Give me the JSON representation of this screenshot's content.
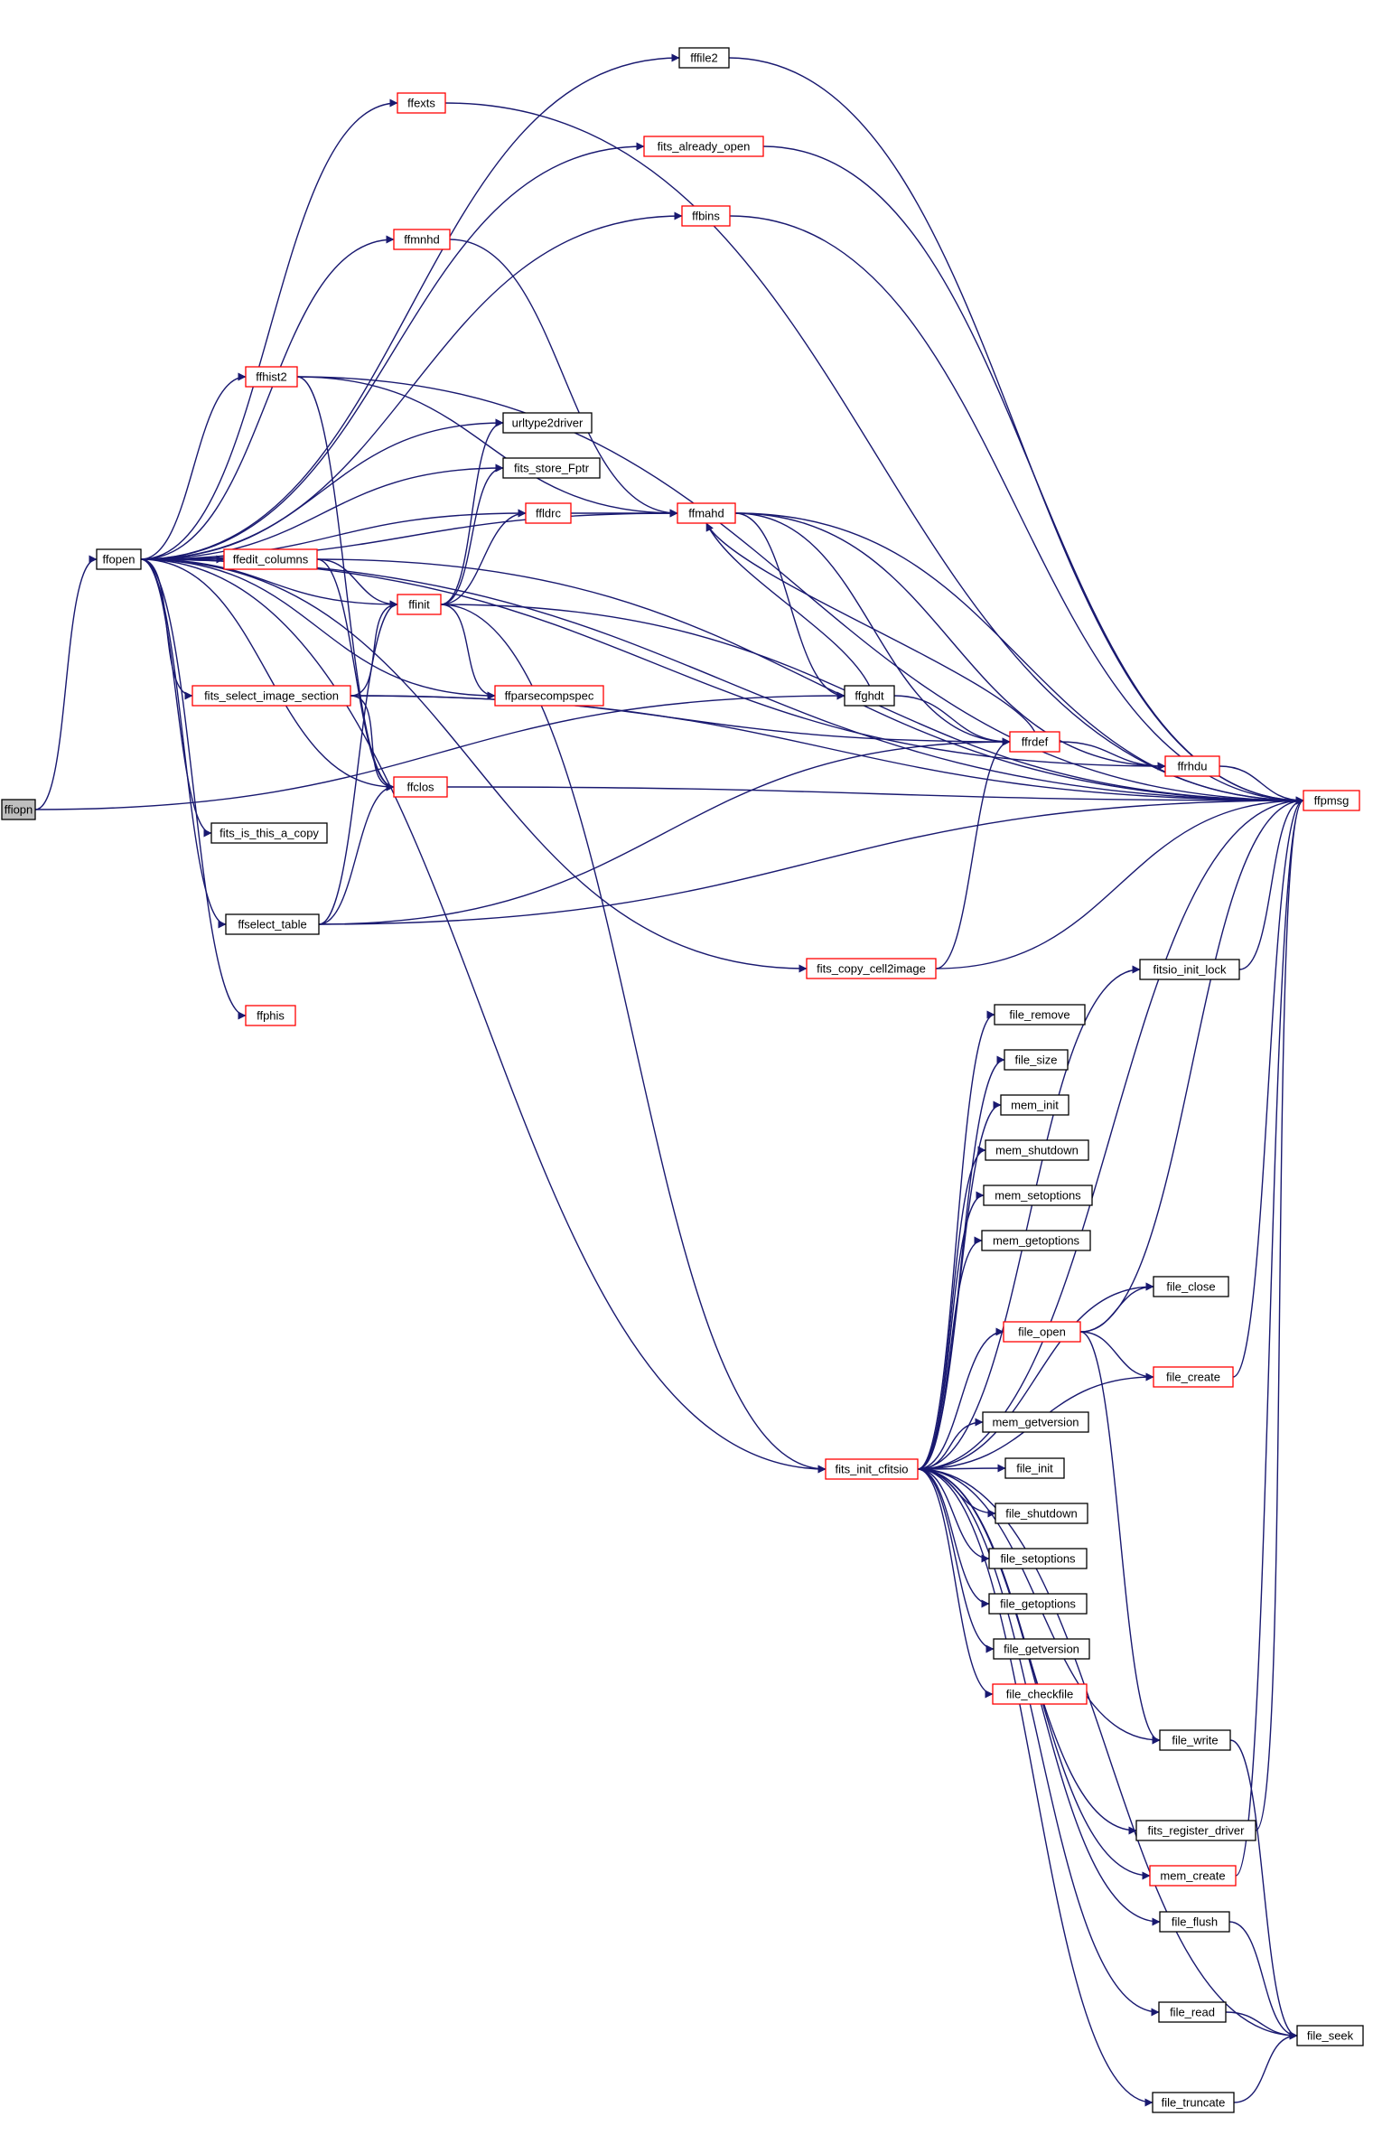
{
  "graph": {
    "colors": {
      "edge": "#191970",
      "node_border_default": "#000000",
      "node_border_link_red": "#ff0000",
      "root_fill": "#bfbfbf",
      "node_fill": "#ffffff"
    },
    "root": "ffiopn",
    "nodes": [
      {
        "id": "ffiopn",
        "label": "ffiopn",
        "style": "root"
      },
      {
        "id": "ffopen",
        "label": "ffopen",
        "style": "black"
      },
      {
        "id": "fffile2",
        "label": "fffile2",
        "style": "black"
      },
      {
        "id": "ffexts",
        "label": "ffexts",
        "style": "red"
      },
      {
        "id": "fits_already_open",
        "label": "fits_already_open",
        "style": "red"
      },
      {
        "id": "ffbins",
        "label": "ffbins",
        "style": "red"
      },
      {
        "id": "ffmnhd",
        "label": "ffmnhd",
        "style": "red"
      },
      {
        "id": "ffhist2",
        "label": "ffhist2",
        "style": "red"
      },
      {
        "id": "urltype2driver",
        "label": "urltype2driver",
        "style": "black"
      },
      {
        "id": "fits_store_Fptr",
        "label": "fits_store_Fptr",
        "style": "black"
      },
      {
        "id": "ffldrc",
        "label": "ffldrc",
        "style": "red"
      },
      {
        "id": "ffmahd",
        "label": "ffmahd",
        "style": "red"
      },
      {
        "id": "ffedit_columns",
        "label": "ffedit_columns",
        "style": "red"
      },
      {
        "id": "ffinit",
        "label": "ffinit",
        "style": "red"
      },
      {
        "id": "ffparsecompspec",
        "label": "ffparsecompspec",
        "style": "red"
      },
      {
        "id": "fits_select_image_section",
        "label": "fits_select_image_section",
        "style": "red"
      },
      {
        "id": "ffghdt",
        "label": "ffghdt",
        "style": "black"
      },
      {
        "id": "ffrdef",
        "label": "ffrdef",
        "style": "red"
      },
      {
        "id": "ffrhdu",
        "label": "ffrhdu",
        "style": "red"
      },
      {
        "id": "ffpmsg",
        "label": "ffpmsg",
        "style": "red"
      },
      {
        "id": "ffclos",
        "label": "ffclos",
        "style": "red"
      },
      {
        "id": "fits_is_this_a_copy",
        "label": "fits_is_this_a_copy",
        "style": "black"
      },
      {
        "id": "ffselect_table",
        "label": "ffselect_table",
        "style": "black"
      },
      {
        "id": "ffphis",
        "label": "ffphis",
        "style": "red"
      },
      {
        "id": "fits_copy_cell2image",
        "label": "fits_copy_cell2image",
        "style": "red"
      },
      {
        "id": "fitsio_init_lock",
        "label": "fitsio_init_lock",
        "style": "black"
      },
      {
        "id": "file_remove",
        "label": "file_remove",
        "style": "black"
      },
      {
        "id": "file_size",
        "label": "file_size",
        "style": "black"
      },
      {
        "id": "mem_init",
        "label": "mem_init",
        "style": "black"
      },
      {
        "id": "mem_shutdown",
        "label": "mem_shutdown",
        "style": "black"
      },
      {
        "id": "mem_setoptions",
        "label": "mem_setoptions",
        "style": "black"
      },
      {
        "id": "mem_getoptions",
        "label": "mem_getoptions",
        "style": "black"
      },
      {
        "id": "file_close",
        "label": "file_close",
        "style": "black"
      },
      {
        "id": "file_open",
        "label": "file_open",
        "style": "red"
      },
      {
        "id": "file_create",
        "label": "file_create",
        "style": "red"
      },
      {
        "id": "mem_getversion",
        "label": "mem_getversion",
        "style": "black"
      },
      {
        "id": "fits_init_cfitsio",
        "label": "fits_init_cfitsio",
        "style": "red"
      },
      {
        "id": "file_init",
        "label": "file_init",
        "style": "black"
      },
      {
        "id": "file_shutdown",
        "label": "file_shutdown",
        "style": "black"
      },
      {
        "id": "file_setoptions",
        "label": "file_setoptions",
        "style": "black"
      },
      {
        "id": "file_getoptions",
        "label": "file_getoptions",
        "style": "black"
      },
      {
        "id": "file_getversion",
        "label": "file_getversion",
        "style": "black"
      },
      {
        "id": "file_checkfile",
        "label": "file_checkfile",
        "style": "red"
      },
      {
        "id": "file_write",
        "label": "file_write",
        "style": "black"
      },
      {
        "id": "fits_register_driver",
        "label": "fits_register_driver",
        "style": "black"
      },
      {
        "id": "mem_create",
        "label": "mem_create",
        "style": "red"
      },
      {
        "id": "file_flush",
        "label": "file_flush",
        "style": "black"
      },
      {
        "id": "file_read",
        "label": "file_read",
        "style": "black"
      },
      {
        "id": "file_seek",
        "label": "file_seek",
        "style": "black"
      },
      {
        "id": "file_truncate",
        "label": "file_truncate",
        "style": "black"
      }
    ],
    "edges": [
      [
        "ffiopn",
        "ffopen"
      ],
      [
        "ffiopn",
        "ffghdt"
      ],
      [
        "ffopen",
        "fffile2"
      ],
      [
        "ffopen",
        "ffexts"
      ],
      [
        "ffopen",
        "fits_already_open"
      ],
      [
        "ffopen",
        "ffbins"
      ],
      [
        "ffopen",
        "ffmnhd"
      ],
      [
        "ffopen",
        "ffhist2"
      ],
      [
        "ffopen",
        "urltype2driver"
      ],
      [
        "ffopen",
        "fits_store_Fptr"
      ],
      [
        "ffopen",
        "ffldrc"
      ],
      [
        "ffopen",
        "ffmahd"
      ],
      [
        "ffopen",
        "ffedit_columns"
      ],
      [
        "ffopen",
        "ffinit"
      ],
      [
        "ffopen",
        "ffparsecompspec"
      ],
      [
        "ffopen",
        "fits_select_image_section"
      ],
      [
        "ffopen",
        "ffclos"
      ],
      [
        "ffopen",
        "fits_is_this_a_copy"
      ],
      [
        "ffopen",
        "ffselect_table"
      ],
      [
        "ffopen",
        "ffphis"
      ],
      [
        "ffopen",
        "fits_copy_cell2image"
      ],
      [
        "ffopen",
        "fits_init_cfitsio"
      ],
      [
        "ffopen",
        "ffpmsg"
      ],
      [
        "ffopen",
        "ffrhdu"
      ],
      [
        "fffile2",
        "ffpmsg"
      ],
      [
        "ffexts",
        "ffpmsg"
      ],
      [
        "fits_already_open",
        "ffpmsg"
      ],
      [
        "ffbins",
        "ffpmsg"
      ],
      [
        "ffmnhd",
        "ffmahd"
      ],
      [
        "ffhist2",
        "ffmahd"
      ],
      [
        "ffhist2",
        "ffpmsg"
      ],
      [
        "ffhist2",
        "ffclos"
      ],
      [
        "ffldrc",
        "ffmahd"
      ],
      [
        "ffmahd",
        "ffpmsg"
      ],
      [
        "ffmahd",
        "ffrhdu"
      ],
      [
        "ffmahd",
        "ffghdt"
      ],
      [
        "ffmahd",
        "ffrdef"
      ],
      [
        "ffedit_columns",
        "ffinit"
      ],
      [
        "ffedit_columns",
        "ffpmsg"
      ],
      [
        "ffedit_columns",
        "ffclos"
      ],
      [
        "ffinit",
        "urltype2driver"
      ],
      [
        "ffinit",
        "fits_store_Fptr"
      ],
      [
        "ffinit",
        "ffldrc"
      ],
      [
        "ffinit",
        "ffparsecompspec"
      ],
      [
        "ffinit",
        "ffpmsg"
      ],
      [
        "ffinit",
        "fits_init_cfitsio"
      ],
      [
        "fits_select_image_section",
        "ffinit"
      ],
      [
        "fits_select_image_section",
        "ffclos"
      ],
      [
        "fits_select_image_section",
        "ffrdef"
      ],
      [
        "fits_select_image_section",
        "ffpmsg"
      ],
      [
        "ffghdt",
        "ffmahd"
      ],
      [
        "ffghdt",
        "ffrdef"
      ],
      [
        "ffrdef",
        "ffmahd"
      ],
      [
        "ffrdef",
        "ffrhdu"
      ],
      [
        "ffrhdu",
        "ffpmsg"
      ],
      [
        "ffclos",
        "ffpmsg"
      ],
      [
        "ffselect_table",
        "ffinit"
      ],
      [
        "ffselect_table",
        "ffclos"
      ],
      [
        "ffselect_table",
        "ffrdef"
      ],
      [
        "ffselect_table",
        "ffpmsg"
      ],
      [
        "fits_copy_cell2image",
        "ffrdef"
      ],
      [
        "fits_copy_cell2image",
        "ffpmsg"
      ],
      [
        "fitsio_init_lock",
        "ffpmsg"
      ],
      [
        "fits_init_cfitsio",
        "fitsio_init_lock"
      ],
      [
        "fits_init_cfitsio",
        "file_remove"
      ],
      [
        "fits_init_cfitsio",
        "file_size"
      ],
      [
        "fits_init_cfitsio",
        "mem_init"
      ],
      [
        "fits_init_cfitsio",
        "mem_shutdown"
      ],
      [
        "fits_init_cfitsio",
        "mem_setoptions"
      ],
      [
        "fits_init_cfitsio",
        "mem_getoptions"
      ],
      [
        "fits_init_cfitsio",
        "file_close"
      ],
      [
        "fits_init_cfitsio",
        "file_open"
      ],
      [
        "fits_init_cfitsio",
        "file_create"
      ],
      [
        "fits_init_cfitsio",
        "mem_getversion"
      ],
      [
        "fits_init_cfitsio",
        "file_init"
      ],
      [
        "fits_init_cfitsio",
        "file_shutdown"
      ],
      [
        "fits_init_cfitsio",
        "file_setoptions"
      ],
      [
        "fits_init_cfitsio",
        "file_getoptions"
      ],
      [
        "fits_init_cfitsio",
        "file_getversion"
      ],
      [
        "fits_init_cfitsio",
        "file_checkfile"
      ],
      [
        "fits_init_cfitsio",
        "file_write"
      ],
      [
        "fits_init_cfitsio",
        "fits_register_driver"
      ],
      [
        "fits_init_cfitsio",
        "mem_create"
      ],
      [
        "fits_init_cfitsio",
        "file_flush"
      ],
      [
        "fits_init_cfitsio",
        "file_read"
      ],
      [
        "fits_init_cfitsio",
        "file_seek"
      ],
      [
        "fits_init_cfitsio",
        "file_truncate"
      ],
      [
        "fits_init_cfitsio",
        "ffpmsg"
      ],
      [
        "file_open",
        "file_close"
      ],
      [
        "file_open",
        "file_create"
      ],
      [
        "file_open",
        "file_write"
      ],
      [
        "file_open",
        "ffpmsg"
      ],
      [
        "file_create",
        "ffpmsg"
      ],
      [
        "file_write",
        "file_seek"
      ],
      [
        "fits_register_driver",
        "ffpmsg"
      ],
      [
        "mem_create",
        "ffpmsg"
      ],
      [
        "file_flush",
        "file_seek"
      ],
      [
        "file_read",
        "file_seek"
      ],
      [
        "file_truncate",
        "file_seek"
      ]
    ]
  }
}
